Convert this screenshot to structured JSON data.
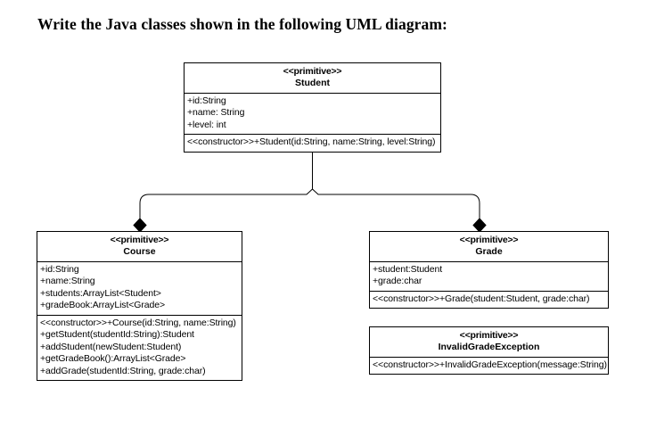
{
  "page": {
    "heading": "Write the Java classes shown in the following UML diagram:",
    "background_color": "#ffffff",
    "line_color": "#000000"
  },
  "diagram": {
    "type": "uml-class-diagram",
    "classes": [
      {
        "id": "student",
        "stereotype": "<<primitive>>",
        "name": "Student",
        "attributes": [
          "+id:String",
          "+name: String",
          "+level: int"
        ],
        "operations": [
          "<<constructor>>+Student(id:String, name:String, level:String)"
        ]
      },
      {
        "id": "course",
        "stereotype": "<<primitive>>",
        "name": "Course",
        "attributes": [
          "+id:String",
          "+name:String",
          "+students:ArrayList<Student>",
          "+gradeBook:ArrayList<Grade>"
        ],
        "operations": [
          "<<constructor>>+Course(id:String, name:String)",
          "+getStudent(studentId:String):Student",
          "+addStudent(newStudent:Student)",
          "+getGradeBook():ArrayList<Grade>",
          "+addGrade(studentId:String, grade:char)"
        ]
      },
      {
        "id": "grade",
        "stereotype": "<<primitive>>",
        "name": "Grade",
        "attributes": [
          "+student:Student",
          "+grade:char"
        ],
        "operations": [
          "<<constructor>>+Grade(student:Student, grade:char)"
        ]
      },
      {
        "id": "invalidgradeexception",
        "stereotype": "<<primitive>>",
        "name": "InvalidGradeException",
        "attributes": [],
        "operations": [
          "<<constructor>>+InvalidGradeException(message:String)"
        ]
      }
    ],
    "relationships": [
      {
        "id": "student-course",
        "kind": "composition",
        "source": "Student",
        "target": "Course",
        "marker": "filled-diamond"
      },
      {
        "id": "student-grade",
        "kind": "composition",
        "source": "Student",
        "target": "Grade",
        "marker": "filled-diamond"
      }
    ]
  }
}
